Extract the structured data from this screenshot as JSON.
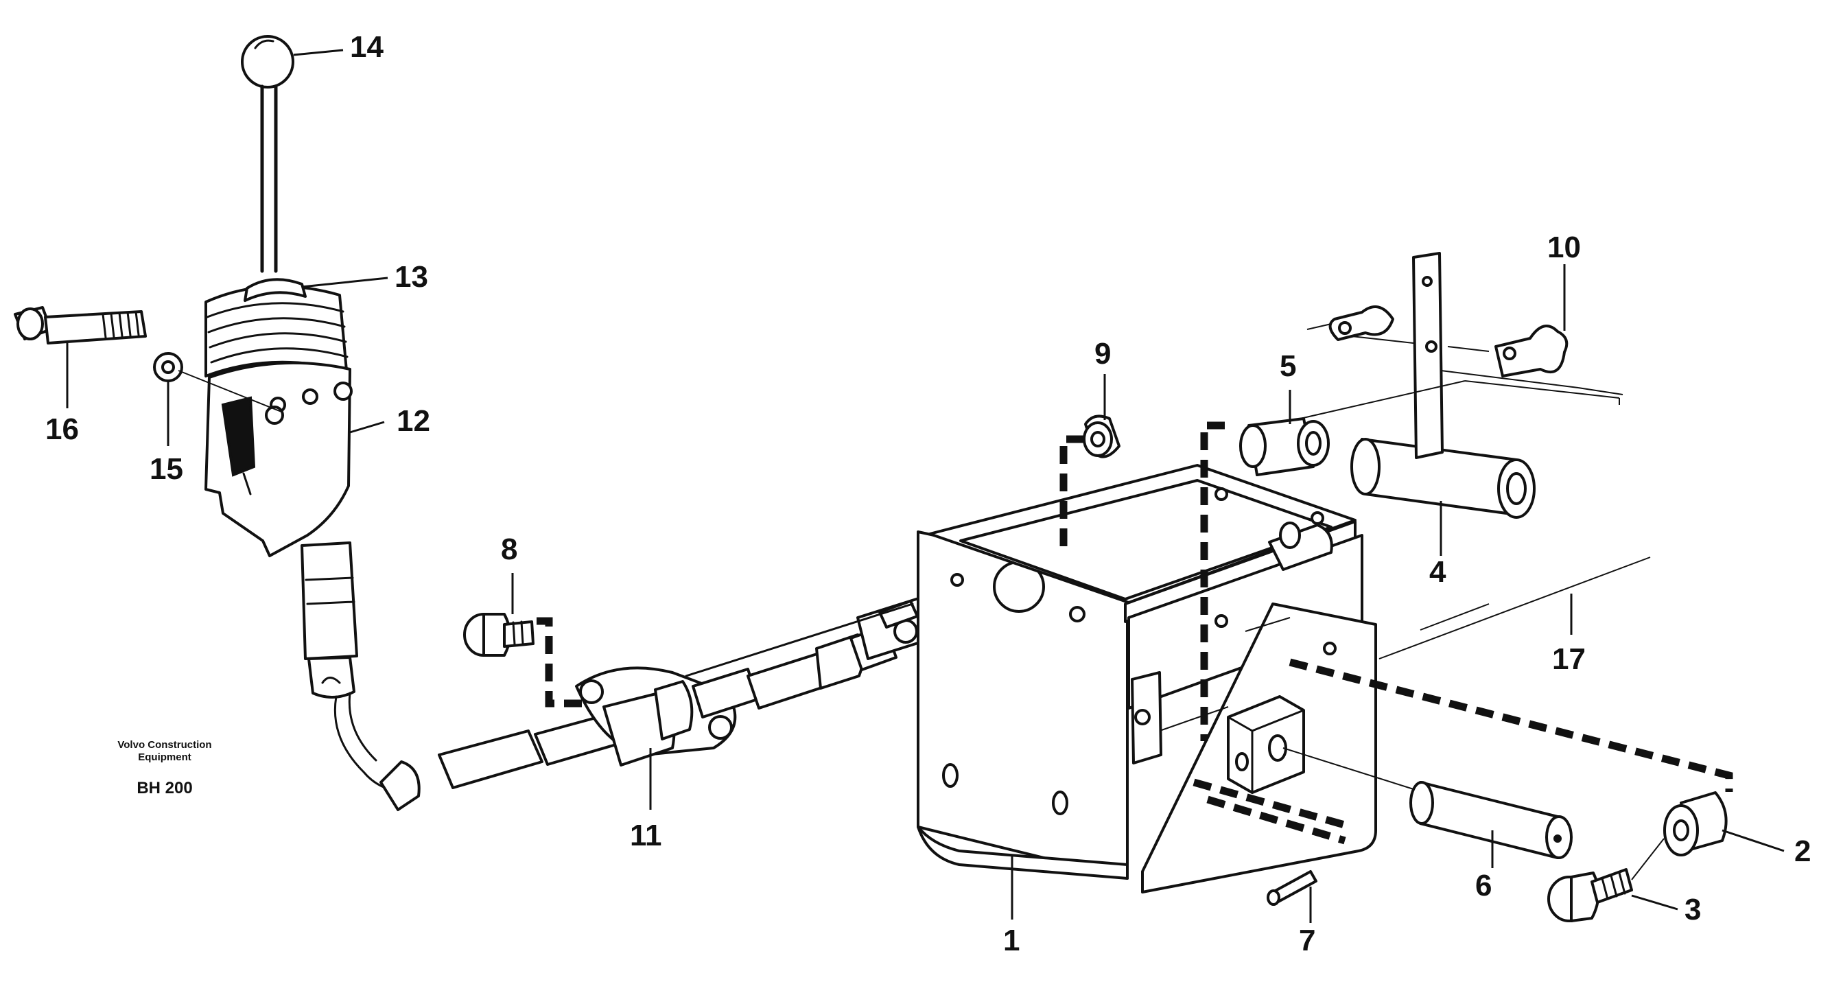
{
  "diagram": {
    "brand_line1": "Volvo Construction",
    "brand_line2": "Equipment",
    "model": "BH 200",
    "callouts": [
      "1",
      "2",
      "3",
      "4",
      "5",
      "6",
      "7",
      "8",
      "9",
      "10",
      "11",
      "12",
      "13",
      "14",
      "15",
      "16",
      "17"
    ]
  }
}
